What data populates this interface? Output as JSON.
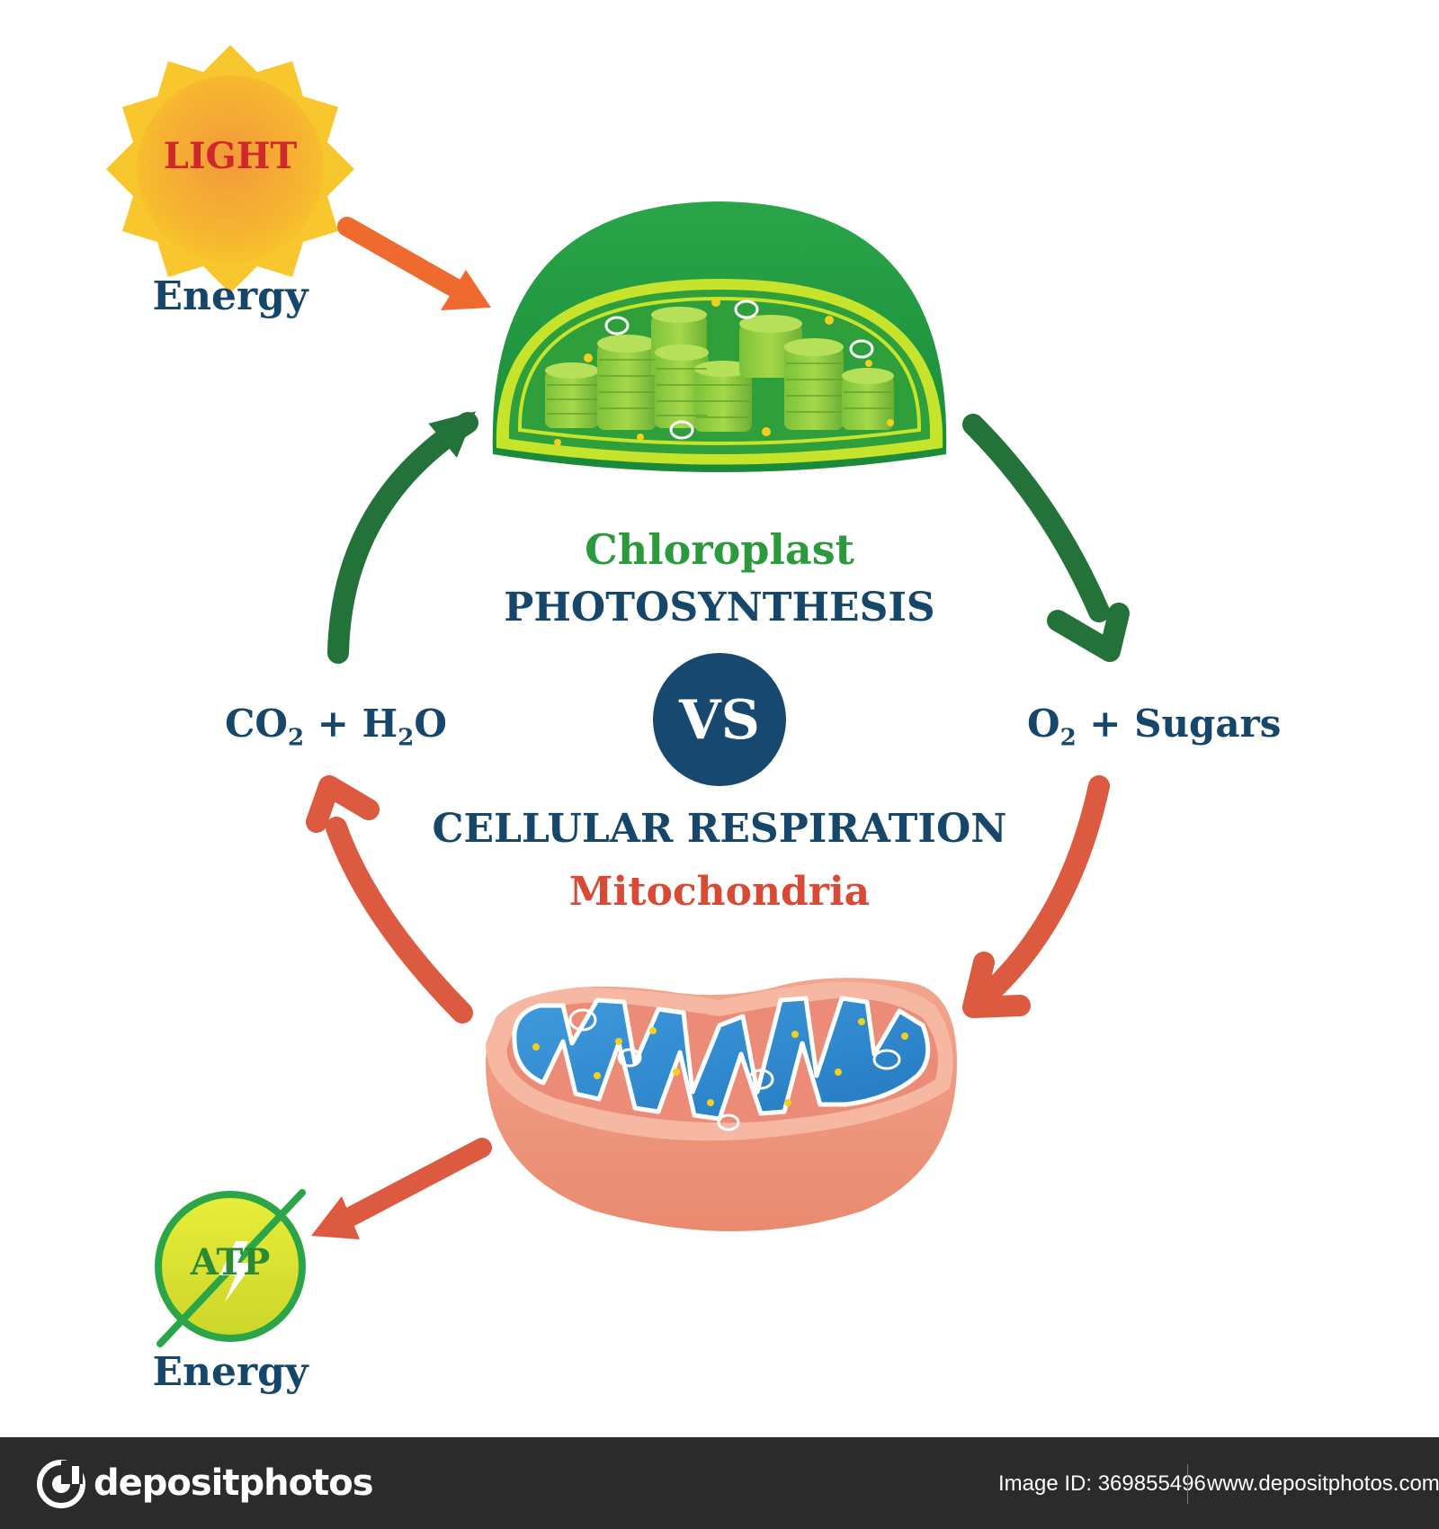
{
  "sun": {
    "label": "LIGHT",
    "caption": "Energy"
  },
  "atp": {
    "label": "ATP",
    "caption": "Energy"
  },
  "center": {
    "chloroplast": "Chloroplast",
    "photosynthesis": "PHOTOSYNTHESIS",
    "vs": "VS",
    "cellular_respiration": "CELLULAR RESPIRATION",
    "mitochondria": "Mitochondria"
  },
  "reactants": {
    "left": {
      "p1": "CO",
      "s1": "2",
      "p2": " + H",
      "s2": "2",
      "p3": "O"
    },
    "right": {
      "p1": "O",
      "s1": "2",
      "p2": " + Sugars"
    }
  },
  "footer": {
    "brand": "depositphotos",
    "image_id": "Image ID: 369855496",
    "site_url": "www.depositphotos.com"
  },
  "colors": {
    "navy": "#16476b",
    "green_text": "#2a9a3c",
    "red_text": "#d94a35",
    "green_arrow": "#22723a",
    "red_arrow": "#dc5a40",
    "orange_arrow": "#ef6a2e"
  },
  "icons": [
    "sun-icon",
    "chloroplast-icon",
    "mitochondrion-icon",
    "atp-icon",
    "depositphotos-logo-icon"
  ]
}
